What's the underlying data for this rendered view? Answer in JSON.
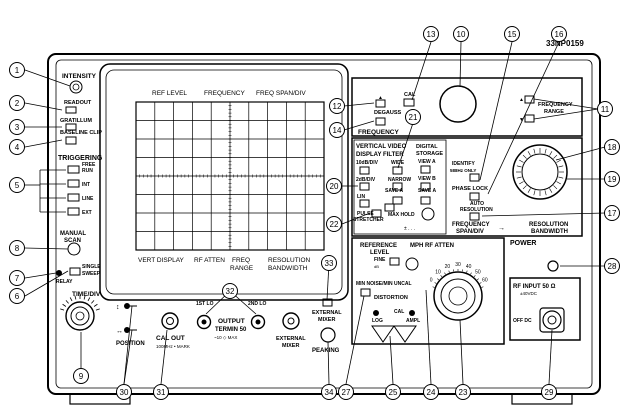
{
  "figure_id": "33NP0159",
  "labels": {
    "intensity": "INTENSITY",
    "readout": "READOUT",
    "gratillum": "GRATILLUM",
    "baseline_clip": "BASELINE CLIP",
    "triggering": "TRIGGERING",
    "free_run_1": "FREE",
    "free_run_2": "RUN",
    "int": "INT",
    "line": "LINE",
    "ext": "EXT",
    "manual": "MANUAL",
    "scan": "SCAN",
    "relay": "RELAY",
    "single": "SINGLE",
    "sweep": "SWEEP",
    "time_div": "TIME/DIV",
    "position": "POSITION",
    "cal_out": "CAL OUT",
    "cal_out_sub": "100MHz • MARK",
    "first_lo": "1ST LO",
    "second_lo": "2ND LO",
    "output": "OUTPUT",
    "termin": "TERMIN 50",
    "termin_sub": "~10    ◇ MAX",
    "ext_mixer_1": "EXTERNAL",
    "ext_mixer_2": "MIXER",
    "ext_mixer_3": "EXTERNAL",
    "ext_mixer_4": "MIXER",
    "peaking": "PEAKING",
    "ref_level": "REF LEVEL",
    "frequency": "FREQUENCY",
    "freq_span_div": "FREQ SPAN/DIV",
    "vert_display": "VERT DISPLAY",
    "rf_atten": "RF ATTEN",
    "freq_range_1": "FREQ",
    "freq_range_2": "RANGE",
    "res_bw_1": "RESOLUTION",
    "res_bw_2": "BANDWIDTH",
    "cal": "CAL",
    "degauss": "DEGAUSS",
    "frequency_btn": "FREQUENCY",
    "freq_range_btn_1": "FREQUENCY",
    "freq_range_btn_2": "RANGE",
    "vvdf_1": "VERTICAL VIDEO",
    "vvdf_2": "DISPLAY FILTER",
    "digital_1": "DIGITAL",
    "digital_2": "STORAGE",
    "view_a": "VIEW A",
    "view_b": "VIEW B",
    "save_a": "SAVE A",
    "db_div_10": "10dB/DIV",
    "wide": "WIDE",
    "db_div_2": "2dB/DIV",
    "narrow": "NARROW",
    "lin": "LIN",
    "pulse_stretcher_1": "PULSE",
    "pulse_stretcher_2": "STRETCHER",
    "max_hold": "MAX HOLD",
    "identify_1": "IDENTIFY",
    "identify_2": "588Hz ONLY",
    "phase_lock": "PHASE LOCK",
    "auto_1": "AUTO",
    "auto_2": "RESOLUTION",
    "fsd_1": "FREQUENCY",
    "fsd_2": "SPAN/DIV",
    "rbw_1": "RESOLUTION",
    "rbw_2": "BANDWIDTH",
    "reference_1": "REFERENCE",
    "reference_2": "LEVEL",
    "mph_rf_atten": "MPH RF ATTEN",
    "fine": "FINE",
    "db_unit": "dB",
    "min_noise": "MIN NOISE/MIN UNCAL",
    "distortion": "DISTORTION",
    "cal2": "CAL",
    "log": "LOG",
    "ampl": "AMPL",
    "power": "POWER",
    "rf_input": "RF INPUT 50 Ω",
    "rf_input_sub": "±40VDC",
    "off_dc": "OFF DC"
  },
  "atten_scale": [
    "0",
    "10",
    "20",
    "30",
    "40",
    "50",
    "60"
  ],
  "callouts": [
    "1",
    "2",
    "3",
    "4",
    "5",
    "6",
    "7",
    "8",
    "9",
    "10",
    "11",
    "12",
    "13",
    "14",
    "15",
    "16",
    "17",
    "18",
    "19",
    "20",
    "21",
    "22",
    "23",
    "24",
    "25",
    "27",
    "28",
    "29",
    "30",
    "31",
    "32",
    "33",
    "34"
  ],
  "colors": {
    "ink": "#000000",
    "paper": "#ffffff"
  }
}
